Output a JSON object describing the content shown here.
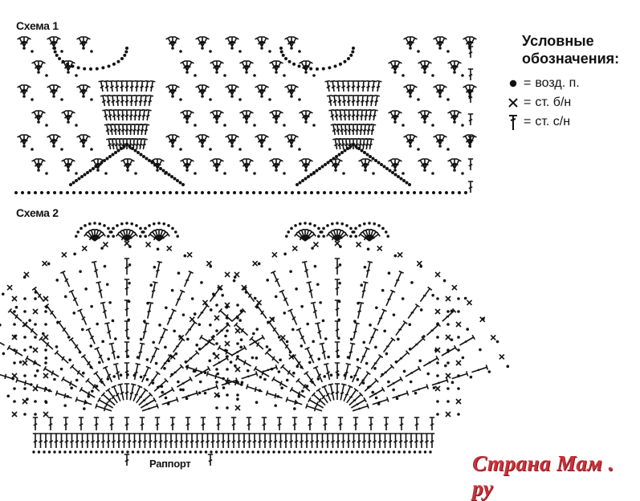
{
  "scheme1": {
    "label": "Схема 1"
  },
  "scheme2": {
    "label": "Схема 2",
    "rapport_label": "Раппорт"
  },
  "legend": {
    "title_line1": "Условные",
    "title_line2": "обозначения:",
    "items": [
      {
        "icon": "chain-stitch-dot-icon",
        "eq": "=",
        "text": "возд. п."
      },
      {
        "icon": "single-crochet-cross-icon",
        "eq": "=",
        "text": "ст. б/н"
      },
      {
        "icon": "double-crochet-tee-icon",
        "eq": "=",
        "text": "ст. с/н"
      }
    ]
  },
  "watermark": {
    "text": "Страна Мам . ру"
  },
  "colors": {
    "ink": "#111111",
    "watermark": "#c9323a"
  }
}
